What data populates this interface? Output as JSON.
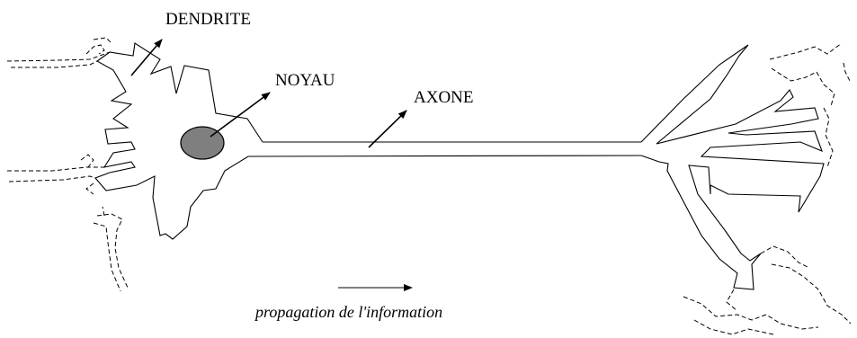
{
  "labels": {
    "dendrite": "DENDRITE",
    "noyau": "NOYAU",
    "axone": "AXONE",
    "propagation": "propagation de l'information"
  },
  "colors": {
    "nucleus": "#7f7f7f",
    "stroke": "#000000"
  }
}
